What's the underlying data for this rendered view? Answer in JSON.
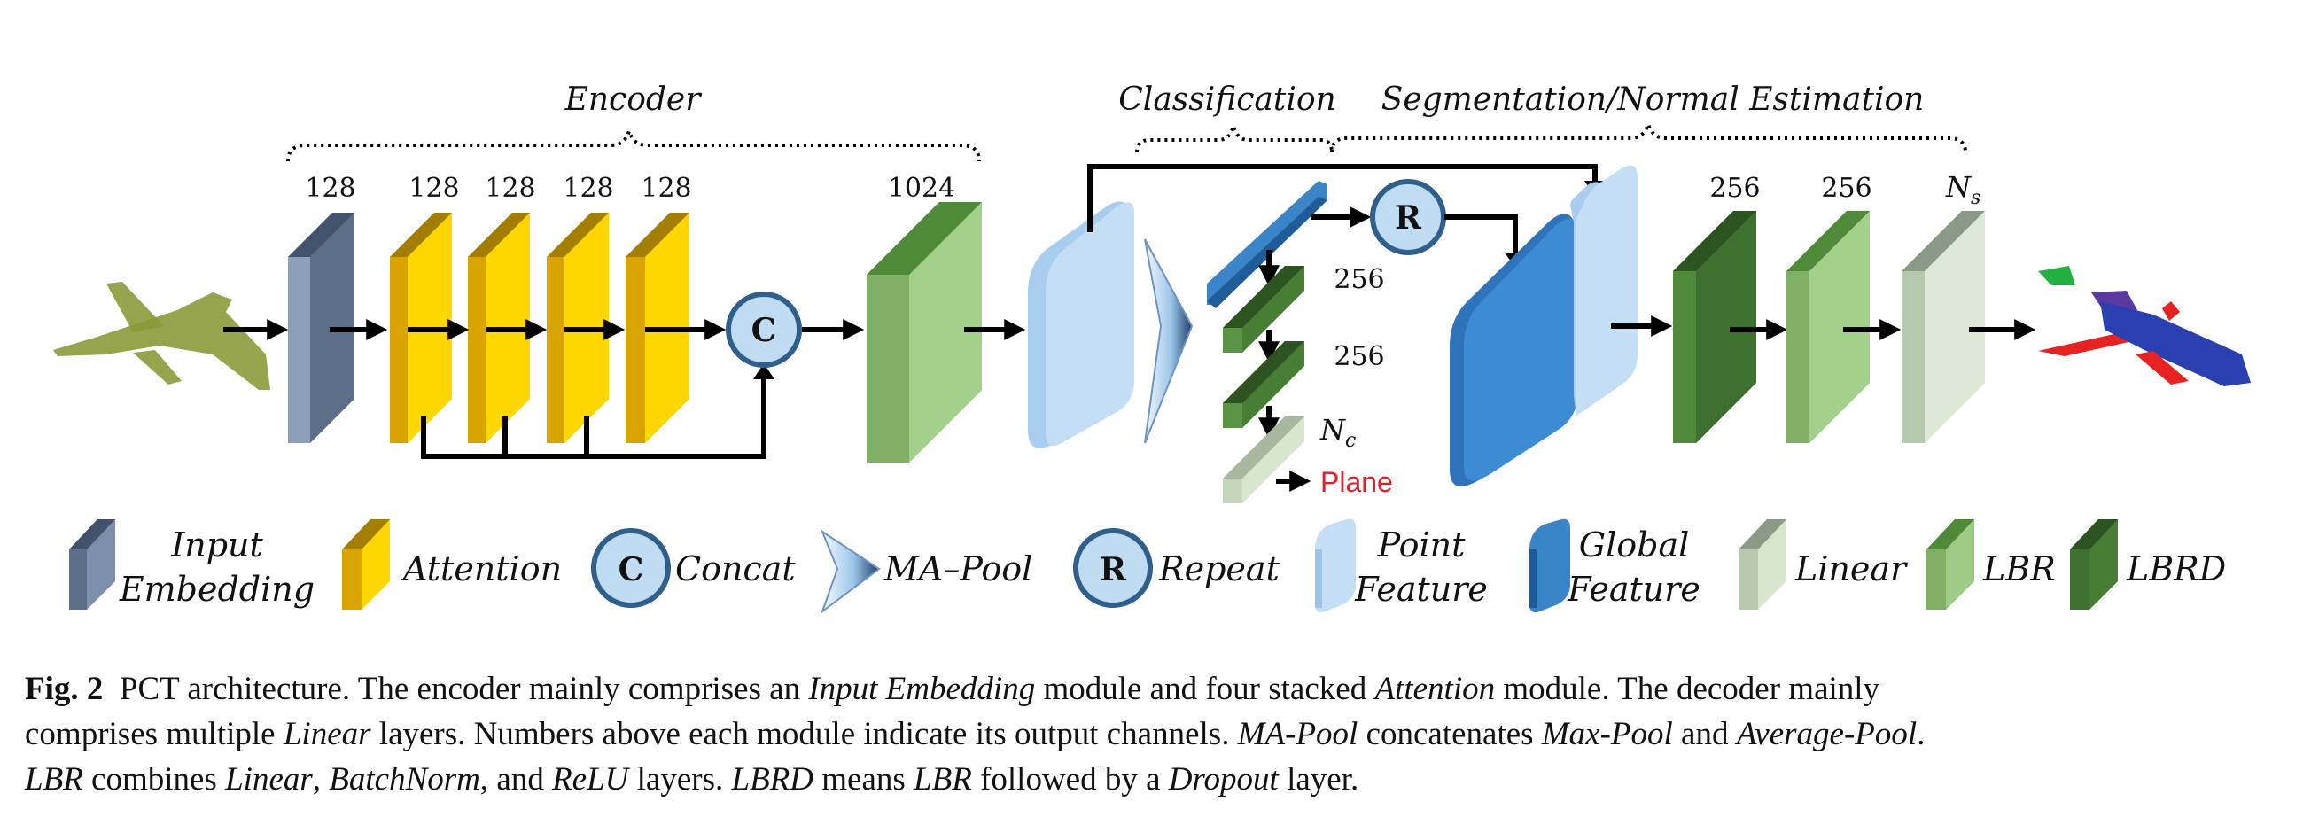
{
  "diagram": {
    "sections": {
      "encoder": "Encoder",
      "classification": "Classification",
      "segmentation": "Segmentation/Normal Estimation"
    },
    "channels": {
      "input_embedding": "128",
      "attention_1": "128",
      "attention_2": "128",
      "attention_3": "128",
      "attention_4": "128",
      "lbr_encoder": "1024",
      "cls_lbrd_1": "256",
      "cls_lbrd_2": "256",
      "cls_linear_sub": "c",
      "seg_lbrd": "256",
      "seg_lbr": "256",
      "seg_linear_sub": "s"
    },
    "channel_var": "N",
    "concat_symbol": "C",
    "repeat_symbol": "R",
    "plane_label": "Plane",
    "plane_color": "#e0202a"
  },
  "legend": {
    "input_embedding_1": "Input",
    "input_embedding_2": "Embedding",
    "attention": "Attention",
    "concat_symbol": "C",
    "concat": "Concat",
    "mapool": "MA–Pool",
    "repeat_symbol": "R",
    "repeat": "Repeat",
    "point_feature_1": "Point",
    "point_feature_2": "Feature",
    "global_feature_1": "Global",
    "global_feature_2": "Feature",
    "linear": "Linear",
    "lbr": "LBR",
    "lbrd": "LBRD"
  },
  "colors": {
    "input_embedding": "#7b8faa",
    "attention": "#ffd700",
    "lbr": "#9ccc85",
    "lbrd": "#477e34",
    "linear": "#d8e6cf",
    "point_feature": "#bcd9f2",
    "global_feature": "#3a84c8",
    "circle": "#bfdcf3",
    "circle_stroke": "#2f5f8a"
  },
  "caption": {
    "fig": "Fig. 2",
    "l1_a": "PCT architecture. The encoder mainly comprises an ",
    "l1_b": "Input Embedding",
    "l1_c": " module and four stacked ",
    "l1_d": "Attention",
    "l1_e": " module. The decoder mainly",
    "l2_a": "comprises multiple ",
    "l2_b": "Linear",
    "l2_c": " layers. Numbers above each module indicate its output channels. ",
    "l2_d": "MA-Pool",
    "l2_e": " concatenates ",
    "l2_f": "Max-Pool",
    "l2_g": " and ",
    "l2_h": "Average-Pool",
    "l2_i": ".",
    "l3_a": "LBR",
    "l3_b": " combines ",
    "l3_c": "Linear",
    "l3_d": ", ",
    "l3_e": "BatchNorm",
    "l3_f": ", and ",
    "l3_g": "ReLU",
    "l3_h": " layers. ",
    "l3_i": "LBRD",
    "l3_j": " means ",
    "l3_k": "LBR",
    "l3_l": " followed by a ",
    "l3_m": "Dropout",
    "l3_n": " layer."
  }
}
